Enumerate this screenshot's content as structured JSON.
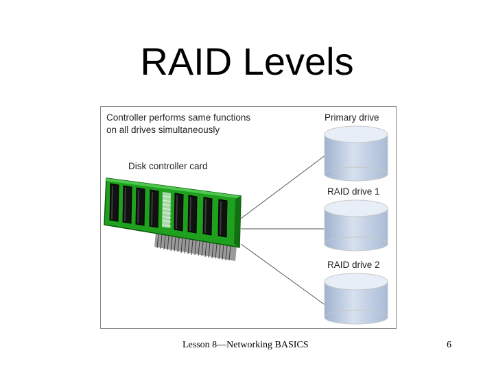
{
  "slide": {
    "title": "RAID Levels",
    "footer_text": "Lesson 8—Networking BASICS",
    "page_number": "6"
  },
  "figure": {
    "caption_line1": "Controller performs same functions",
    "caption_line2": "on all drives simultaneously",
    "card_label": "Disk controller card",
    "drives": [
      {
        "label": "Primary drive"
      },
      {
        "label": "RAID drive 1"
      },
      {
        "label": "RAID drive 2"
      }
    ],
    "colors": {
      "card_green": "#1fa01f",
      "chip_black": "#111111",
      "drive_fill": "#c5d2e4",
      "connector_gray": "#8a8a8a"
    }
  }
}
